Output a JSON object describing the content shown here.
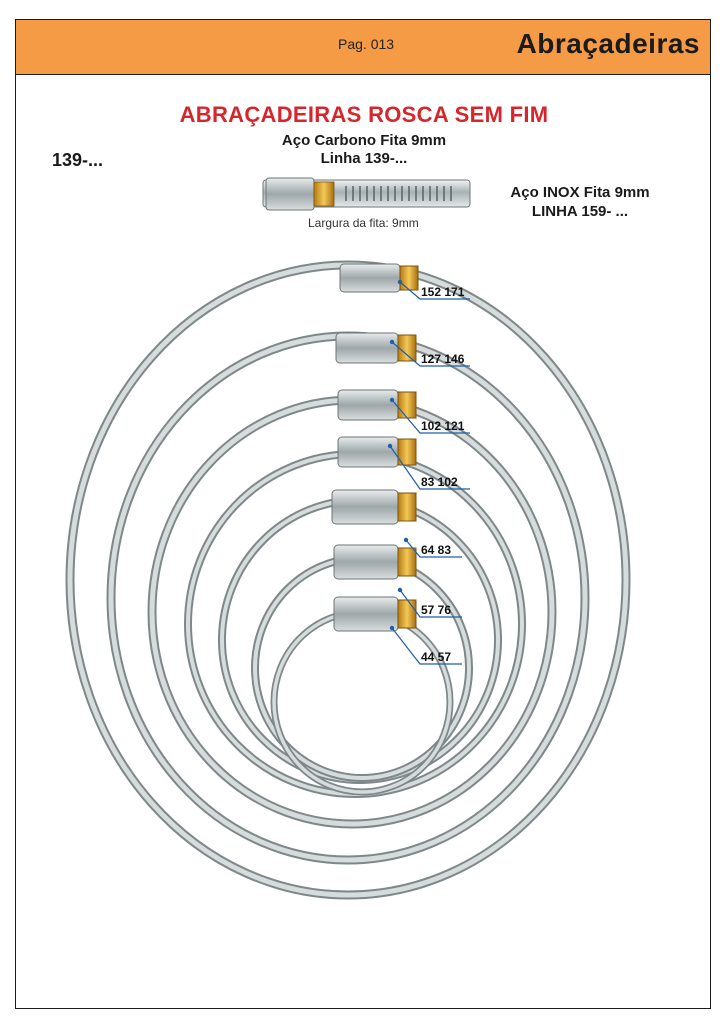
{
  "header": {
    "page": "Pag. 013",
    "section": "Abraçadeiras",
    "background_color": "#f59a45"
  },
  "title": "ABRAÇADEIRAS ROSCA SEM FIM",
  "title_color": "#d7262b",
  "carbon": {
    "line1": "Aço Carbono Fita 9mm",
    "line2": "Linha 139-..."
  },
  "code": "139-...",
  "inox": {
    "line1": "Aço INOX Fita 9mm",
    "line2": "LINHA 159- ..."
  },
  "band_caption": "Largura da fita: 9mm",
  "leader_color": "#1f5fa8",
  "sizes": [
    "152 171",
    "127 146",
    "102 121",
    "83 102",
    "64 83",
    "57 76",
    "44 57"
  ]
}
